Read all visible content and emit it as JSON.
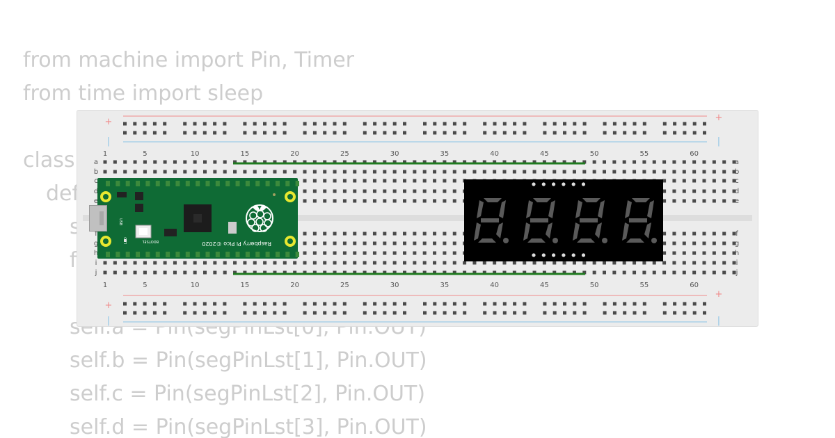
{
  "code_lines": [
    "from machine import Pin, Timer",
    "from time import sleep",
    "class",
    "def",
    "s",
    "f",
    "self.a = Pin(segPinLst[0], Pin.OUT)",
    "self.b = Pin(segPinLst[1], Pin.OUT)",
    "self.c = Pin(segPinLst[2], Pin.OUT)",
    "self.d = Pin(segPinLst[3], Pin.OUT)"
  ],
  "breadboard": {
    "column_labels": [
      "1",
      "5",
      "10",
      "15",
      "20",
      "25",
      "30",
      "35",
      "40",
      "45",
      "50",
      "55",
      "60"
    ],
    "row_labels_top": [
      "a",
      "b",
      "c",
      "d",
      "e"
    ],
    "row_labels_bottom": [
      "f",
      "g",
      "h",
      "i",
      "j"
    ],
    "rail_plus": "+",
    "rail_minus": "|",
    "colors": {
      "board": "#ececec",
      "hole": "#4a4a4a",
      "rail_red": "#f08a8a",
      "rail_blue": "#8ac4e6",
      "wire_green": "#1f7a1f"
    }
  },
  "pico": {
    "board_text": "Raspberry Pi Pico ©2020",
    "button_label": "BOOTSEL",
    "led_label": "LED",
    "usb_label": "USB",
    "colors": {
      "pcb": "#0f6b35",
      "pad": "#e8e830"
    },
    "icons": [
      "raspberry-logo-icon",
      "usb-port-icon",
      "bootsel-button-icon",
      "rp2040-chip-icon"
    ]
  },
  "seven_segment": {
    "digits": 4,
    "shown_text": "8.8.8.8.",
    "colors": {
      "body": "#000000",
      "segment_off": "#5a5a5a",
      "pin": "#dddddd"
    }
  }
}
